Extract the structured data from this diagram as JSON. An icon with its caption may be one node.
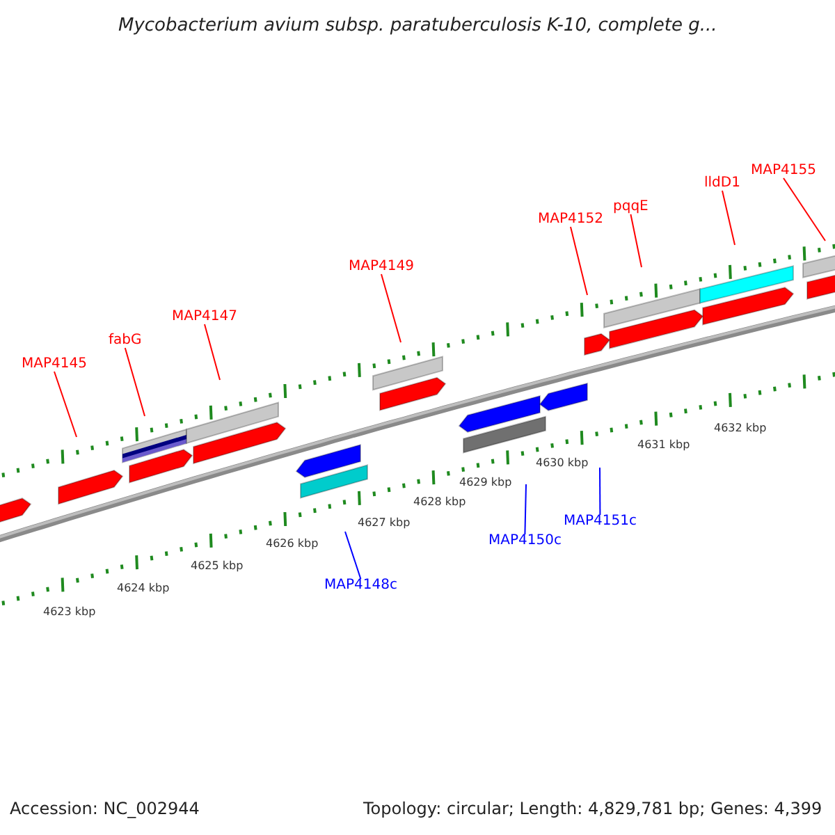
{
  "diagram": {
    "title": "Mycobacterium avium subsp. paratuberculosis K-10, complete g...",
    "nodes": [
      {
        "text": [
          "MAP4145"
        ]
      },
      {
        "text": [
          "fabG"
        ]
      },
      {
        "text": [
          "MAP4147"
        ]
      },
      {
        "text": [
          "MAP4149"
        ]
      },
      {
        "text": [
          "MAP4152"
        ]
      },
      {
        "text": [
          "pqqE"
        ]
      },
      {
        "text": [
          "lldD1"
        ]
      },
      {
        "text": [
          "MAP4155"
        ]
      },
      {
        "text": [
          "MAP4148c"
        ]
      },
      {
        "text": [
          "MAP4150c"
        ]
      },
      {
        "text": [
          "MAP4151c"
        ]
      }
    ],
    "edges": [
      {
        "from": 0,
        "to": null,
        "arrow": "none"
      },
      {
        "from": 1,
        "to": null,
        "arrow": "none"
      },
      {
        "from": 2,
        "to": null,
        "arrow": "none"
      },
      {
        "from": 3,
        "to": null,
        "arrow": "none"
      },
      {
        "from": 4,
        "to": null,
        "arrow": "none"
      },
      {
        "from": 5,
        "to": null,
        "arrow": "none"
      },
      {
        "from": 6,
        "to": null,
        "arrow": "none"
      },
      {
        "from": 7,
        "to": null,
        "arrow": "none"
      },
      {
        "from": 8,
        "to": null,
        "arrow": "none",
        "color": "#0000ff"
      },
      {
        "from": 9,
        "to": null,
        "arrow": "none",
        "color": "#0000ff"
      },
      {
        "from": 10,
        "to": null,
        "arrow": "none",
        "color": "#0000ff"
      }
    ],
    "labels": [
      "4623 kbp",
      "4624 kbp",
      "4625 kbp",
      "4626 kbp",
      "4627 kbp",
      "4628 kbp",
      "4629 kbp",
      "4630 kbp",
      "4631 kbp",
      "4632 kbp",
      "Accession: NC_002944",
      "Topology: circular; Length: 4,829,781 bp; Genes: 4,399"
    ]
  }
}
